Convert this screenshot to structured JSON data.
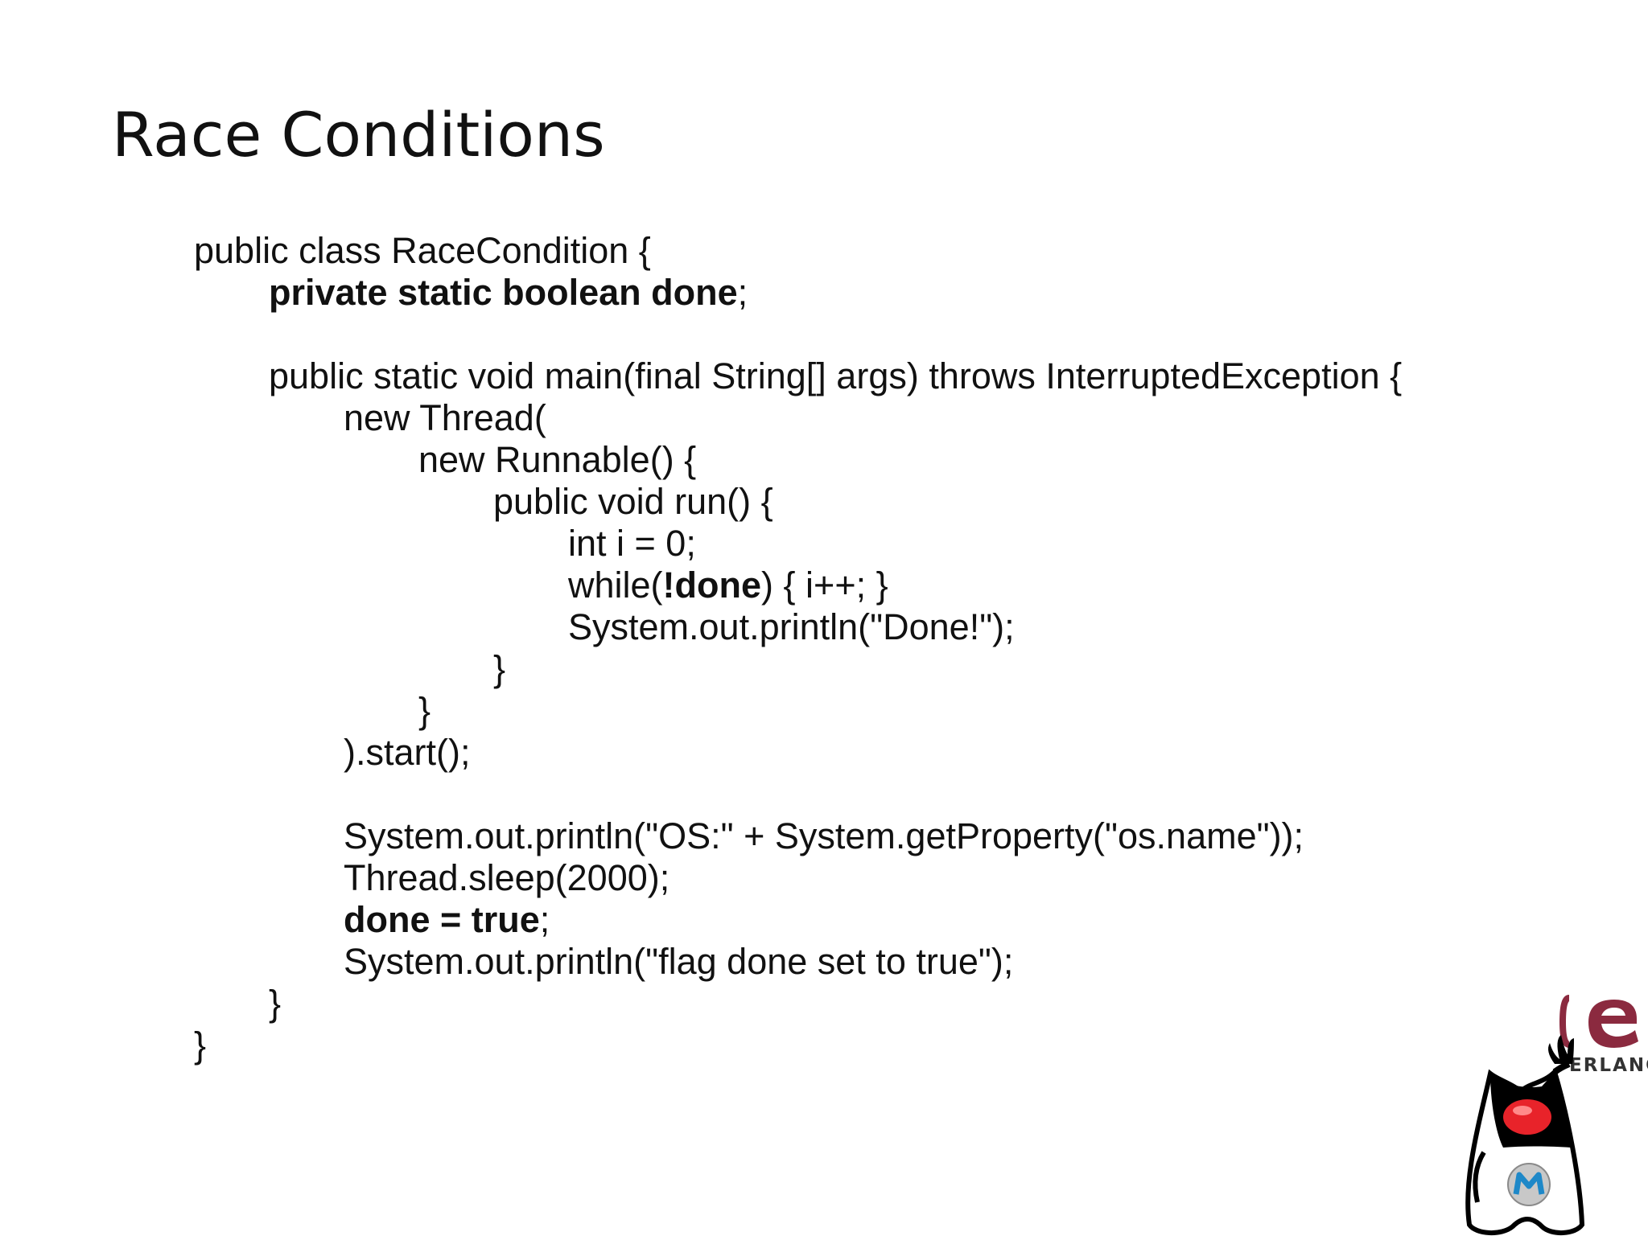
{
  "slide": {
    "title": "Race Conditions"
  },
  "code": {
    "l1": "public class RaceCondition {",
    "l2_bold": "private static boolean done",
    "l2_tail": ";",
    "l3": "public static void main(final String[] args) throws InterruptedException {",
    "l4": "new Thread(",
    "l5": "new Runnable() {",
    "l6": "public void run() {",
    "l7": "int i = 0;",
    "l8_head": "while(",
    "l8_bold": "!done",
    "l8_tail": ") { i++; }",
    "l9": "System.out.println(\"Done!\");",
    "l10": "}",
    "l11": "}",
    "l12": ").start();",
    "l13": "System.out.println(\"OS:\" + System.getProperty(\"os.name\"));",
    "l14": "Thread.sleep(2000);",
    "l15_bold": "done = true",
    "l15_tail": ";",
    "l16": "System.out.println(\"flag done set to true\");",
    "l17": "}",
    "l18": "}"
  },
  "logo": {
    "text": "ERLANG",
    "icon": "duke-erlang-mascot",
    "colors": {
      "erlang_maroon": "#8b2a3f",
      "duke_nose": "#e8232a",
      "badge_blue": "#1e88c8"
    }
  }
}
